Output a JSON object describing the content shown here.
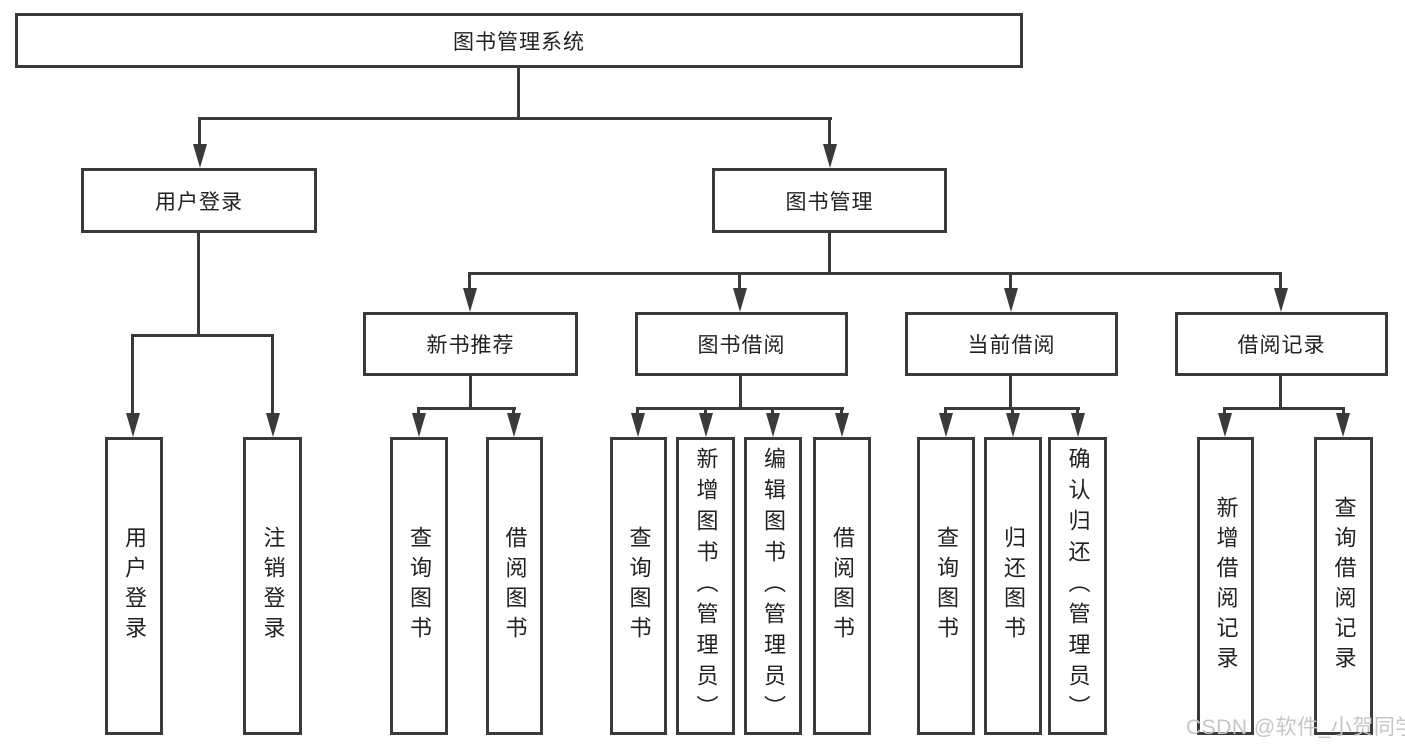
{
  "tree": {
    "label": "图书管理系统",
    "children": [
      {
        "label": "用户登录",
        "children": [
          {
            "label": "用户登录"
          },
          {
            "label": "注销登录"
          }
        ]
      },
      {
        "label": "图书管理",
        "children": [
          {
            "label": "新书推荐",
            "children": [
              {
                "label": "查询图书"
              },
              {
                "label": "借阅图书"
              }
            ]
          },
          {
            "label": "图书借阅",
            "children": [
              {
                "label": "查询图书"
              },
              {
                "label": "新增图书（管理员）"
              },
              {
                "label": "编辑图书（管理员）"
              },
              {
                "label": "借阅图书"
              }
            ]
          },
          {
            "label": "当前借阅",
            "children": [
              {
                "label": "查询图书"
              },
              {
                "label": "归还图书"
              },
              {
                "label": "确认归还（管理员）"
              }
            ]
          },
          {
            "label": "借阅记录",
            "children": [
              {
                "label": "新增借阅记录"
              },
              {
                "label": "查询借阅记录"
              }
            ]
          }
        ]
      }
    ]
  },
  "watermark": {
    "text": "CSDN @软件_小贺同学"
  },
  "colors": {
    "line": "#3a3a3a",
    "text": "#222222",
    "watermark": "#c6c6c6",
    "background": "#ffffff"
  }
}
